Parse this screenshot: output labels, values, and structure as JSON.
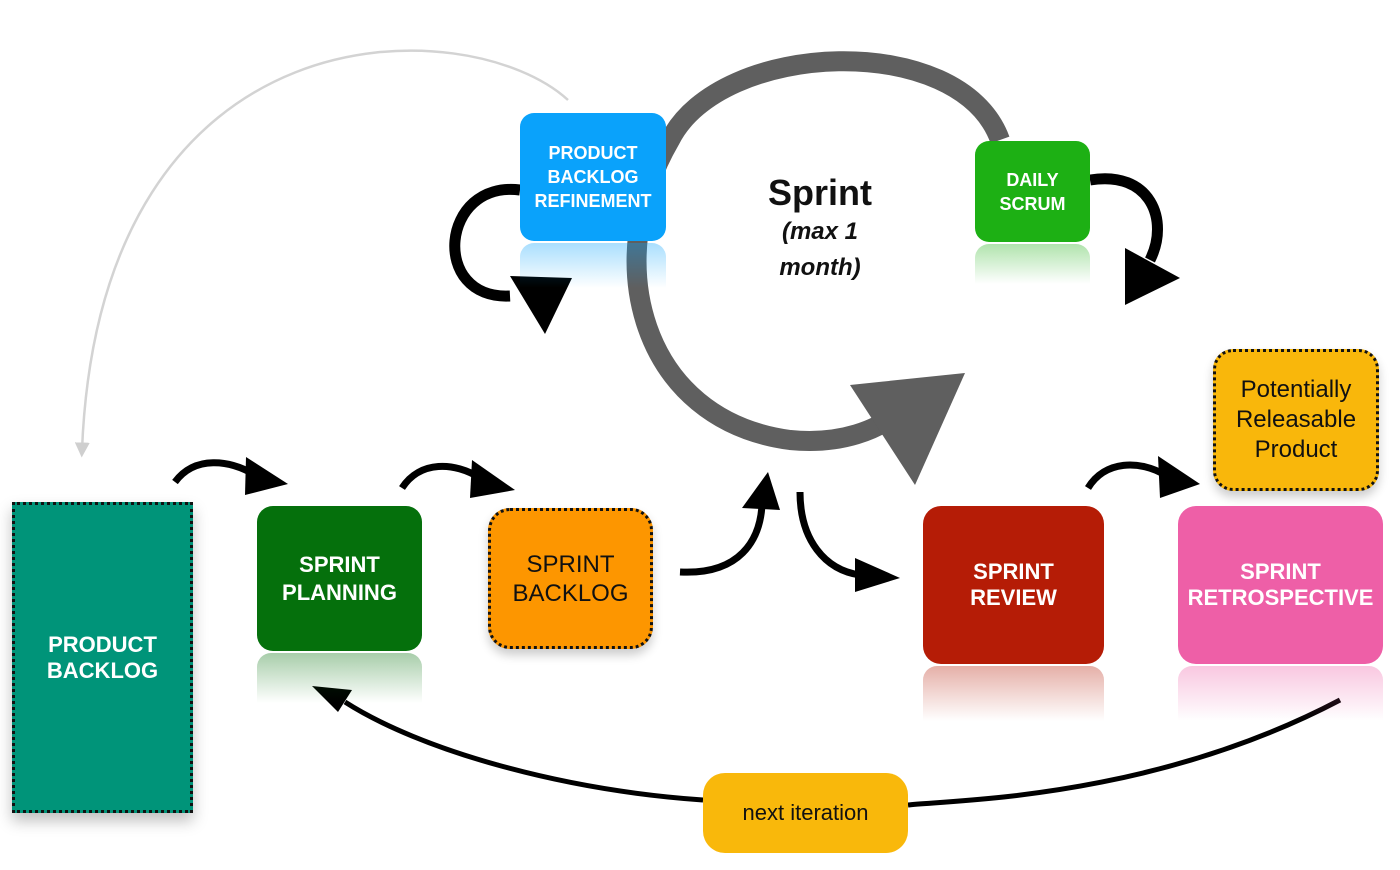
{
  "diagram": {
    "title": "Scrum Framework",
    "sprint": {
      "title": "Sprint",
      "subtitle": "(max 1\nmonth)"
    },
    "nodes": {
      "product_backlog": {
        "label": "PRODUCT\nBACKLOG",
        "color": "#009479"
      },
      "product_backlog_refinement": {
        "label": "PRODUCT\nBACKLOG\nREFINEMENT",
        "color": "#0aa2fb"
      },
      "daily_scrum": {
        "label": "DAILY\nSCRUM",
        "color": "#1db014"
      },
      "sprint_planning": {
        "label": "SPRINT\nPLANNING",
        "color": "#05700c"
      },
      "sprint_backlog": {
        "label": "SPRINT\nBACKLOG",
        "color": "#fd9600"
      },
      "sprint_review": {
        "label": "SPRINT\nREVIEW",
        "color": "#b51c06"
      },
      "sprint_retrospective": {
        "label": "SPRINT\nRETROSPECTIVE",
        "color": "#ee5fa7"
      },
      "potentially_releasable_product": {
        "label": "Potentially\nReleasable\nProduct",
        "color": "#f9b70b"
      },
      "next_iteration": {
        "label": "next iteration",
        "color": "#f9b80b"
      }
    },
    "edges": [
      {
        "from": "product_backlog_refinement",
        "to": "product_backlog"
      },
      {
        "from": "product_backlog",
        "to": "sprint_planning"
      },
      {
        "from": "sprint_planning",
        "to": "sprint_backlog"
      },
      {
        "from": "sprint_backlog",
        "to": "sprint"
      },
      {
        "from": "sprint",
        "to": "sprint_review"
      },
      {
        "from": "sprint_review",
        "to": "potentially_releasable_product"
      },
      {
        "from": "sprint_retrospective",
        "to": "sprint_planning",
        "label": "next iteration"
      },
      {
        "from": "product_backlog_refinement",
        "to": "product_backlog_refinement"
      },
      {
        "from": "daily_scrum",
        "to": "daily_scrum"
      }
    ]
  }
}
